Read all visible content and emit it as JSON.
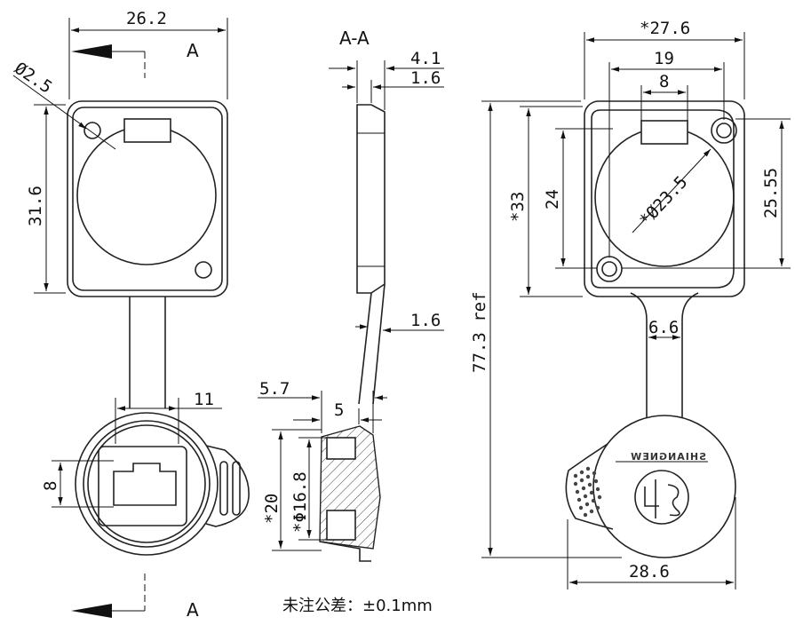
{
  "front_view": {
    "width": "26.2",
    "height": "31.6",
    "hole_dia": "Ø2.5",
    "tab_width": "11",
    "rj45_height": "8"
  },
  "section_view": {
    "title": "A-A",
    "marker": "A",
    "thickness_total": "4.1",
    "thickness_flange": "1.6",
    "thickness_strap": "1.6",
    "depth_outer": "5.7",
    "depth_inner": "5",
    "cap_outer_dia": "*20",
    "cap_inner_dia": "*Φ16.8"
  },
  "back_view": {
    "outer_width": "*27.6",
    "hole_spacing": "19",
    "key_width": "8",
    "outer_height": "*33",
    "inner_height": "24",
    "hole_vertical": "25.55",
    "circle_dia": "*Ø23.5",
    "total_length": "77.3 ref",
    "strap_width": "6.6",
    "cap_width": "28.6",
    "brand": "SHIANGNEW"
  },
  "note": "未注公差：±0.1mm"
}
